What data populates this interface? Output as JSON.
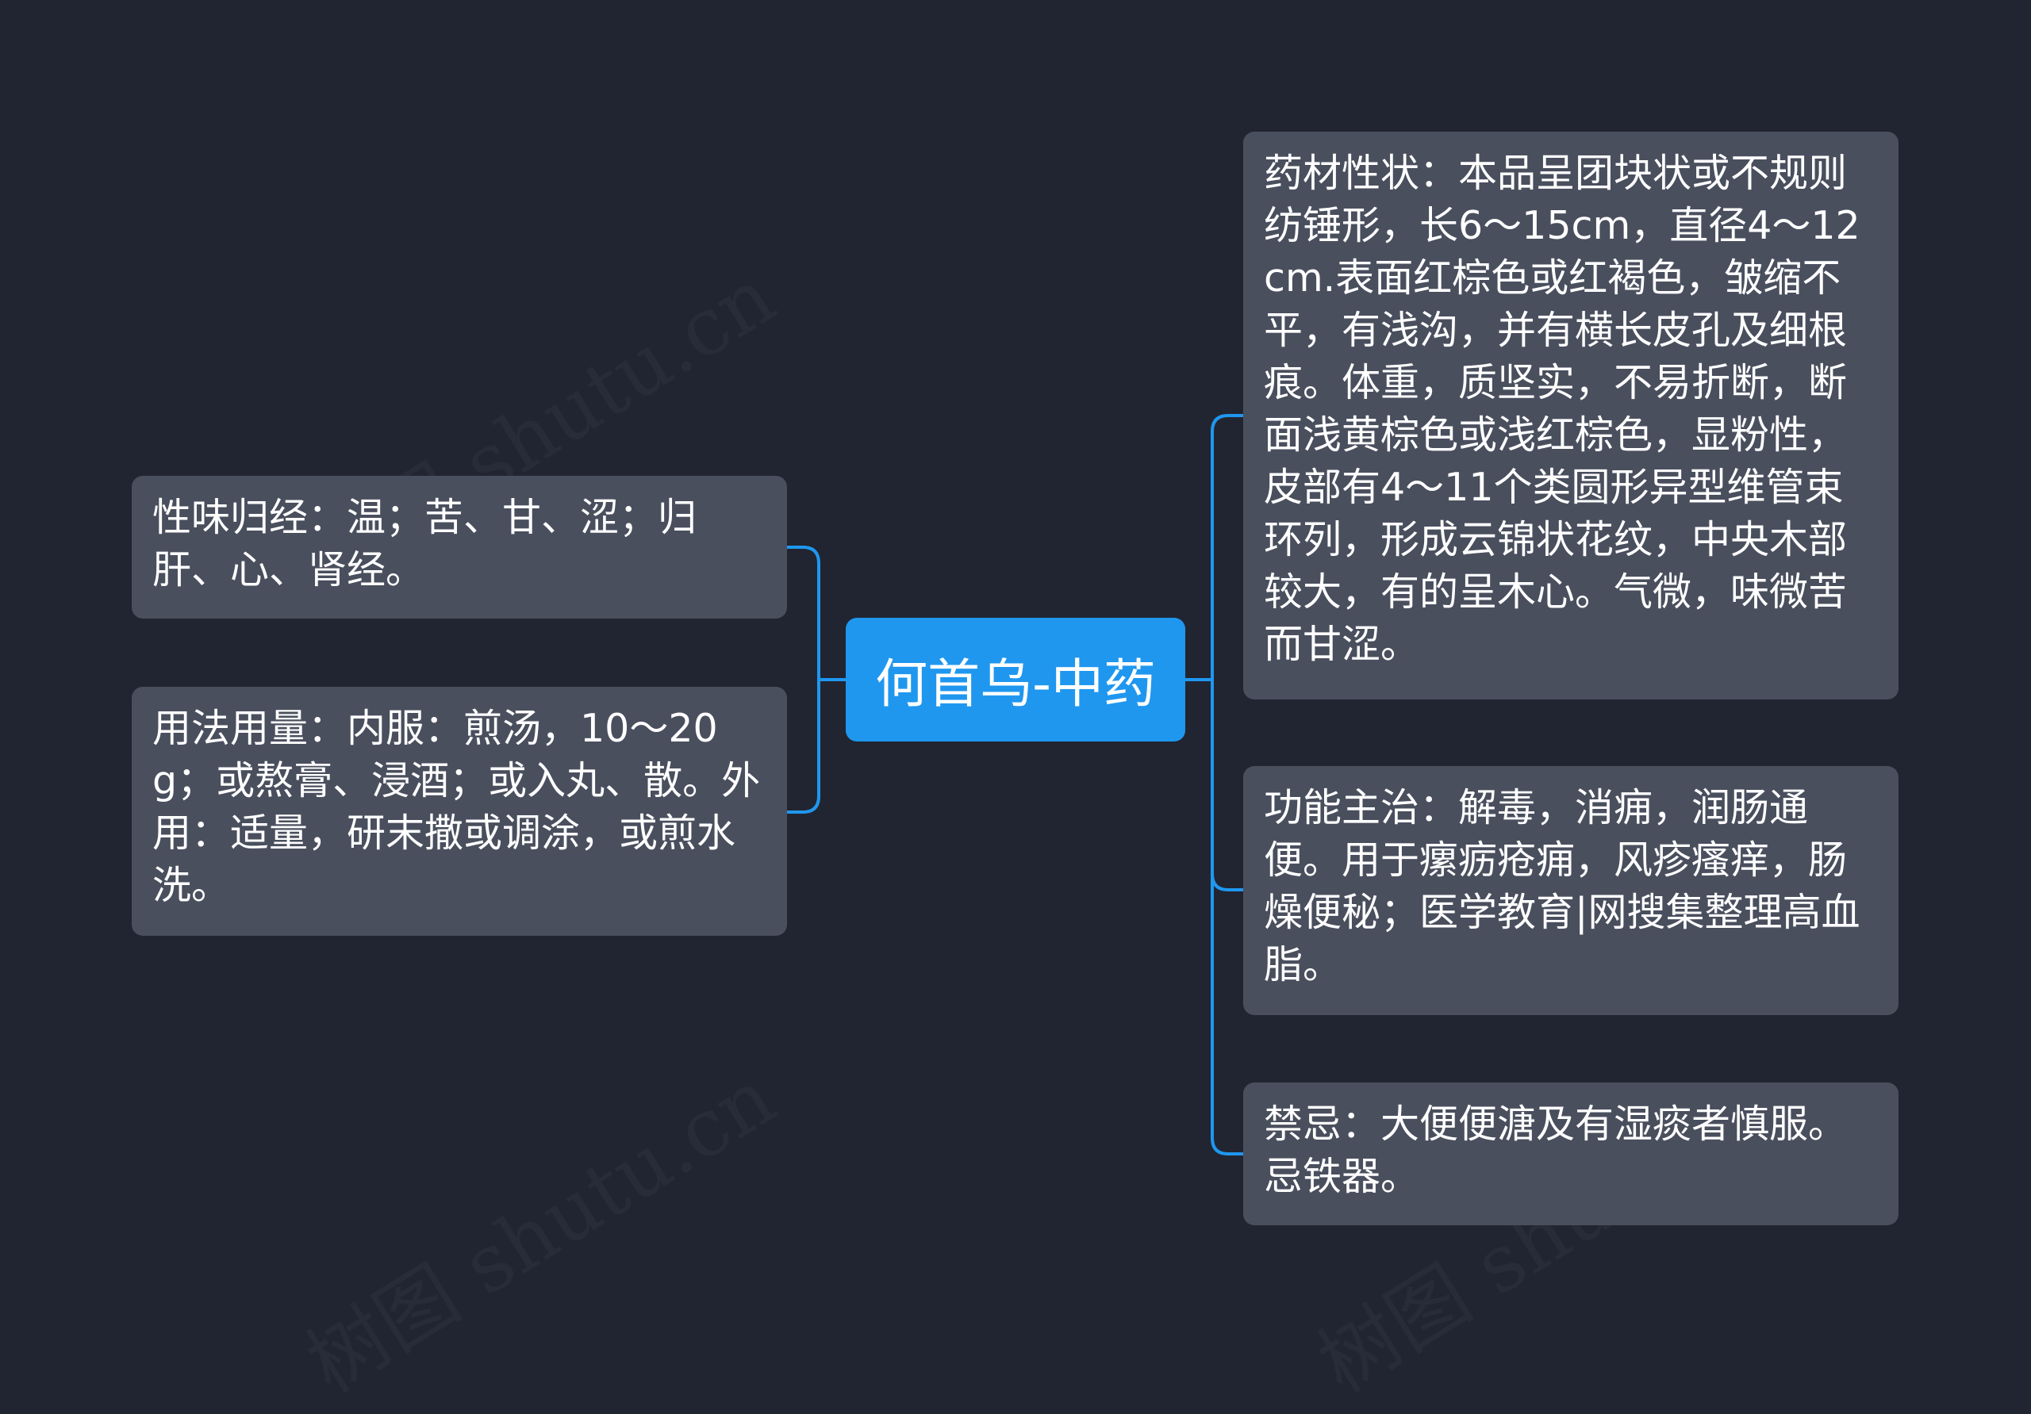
{
  "root": {
    "title": "何首乌-中药"
  },
  "left_nodes": [
    {
      "text": "性味归经：温；苦、甘、涩；归肝、心、肾经。"
    },
    {
      "text": "用法用量：内服：煎汤，10～20g；或熬膏、浸酒；或入丸、散。外用：适量，研末撒或调涂，或煎水洗。"
    }
  ],
  "right_nodes": [
    {
      "text": "药材性状：本品呈团块状或不规则纺锤形，长6～15cm，直径4～12cm.表面红棕色或红褐色，皱缩不平，有浅沟，并有横长皮孔及细根痕。体重，质坚实，不易折断，断面浅黄棕色或浅红棕色，显粉性，皮部有4～11个类圆形异型维管束环列，形成云锦状花纹，中央木部较大，有的呈木心。气微，味微苦而甘涩。"
    },
    {
      "text": "功能主治：解毒，消痈，润肠通便。用于瘰疬疮痈，风疹瘙痒，肠燥便秘；医学教育|网搜集整理高血脂。"
    },
    {
      "text": "禁忌：大便便溏及有湿痰者慎服。忌铁器。"
    }
  ],
  "watermarks": [
    "树图 shutu.cn",
    "树图 shutu.cn",
    "树图 shutu.cn",
    "树图 shutu.cn"
  ],
  "colors": {
    "background": "#212531",
    "node_fill": "#4a4f5e",
    "root_fill": "#1f97ef",
    "connector": "#1f97ef",
    "text": "#ffffff"
  }
}
